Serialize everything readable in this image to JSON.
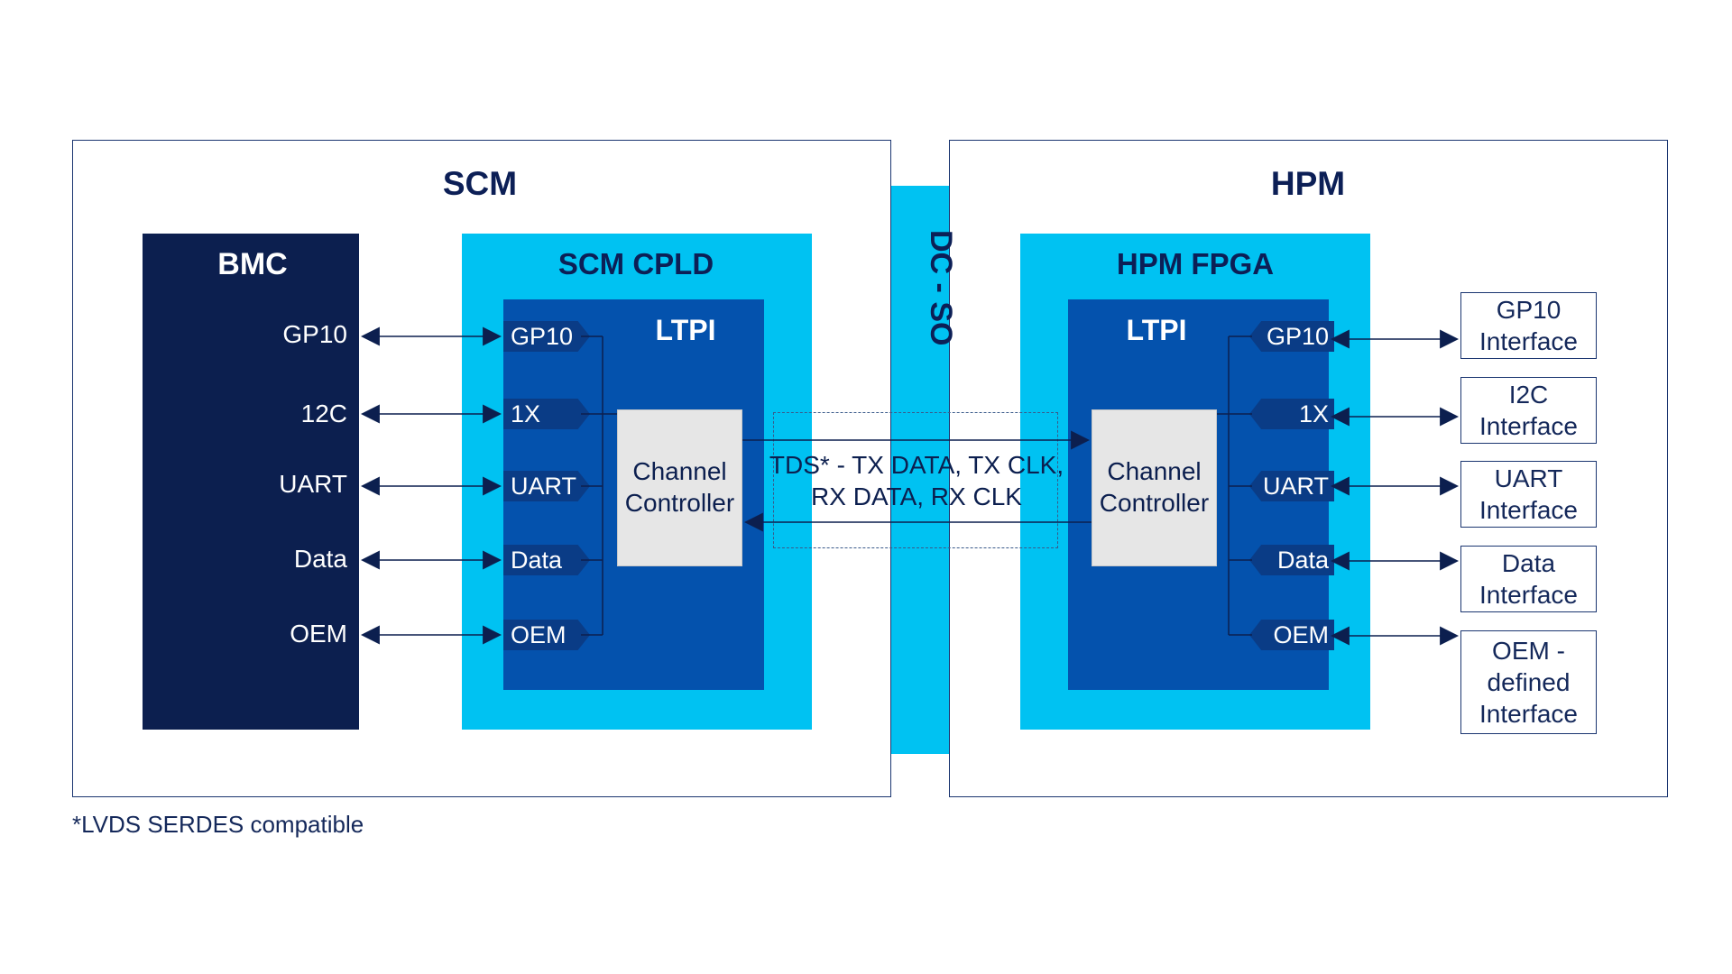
{
  "scm": {
    "title": "SCM"
  },
  "hpm": {
    "title": "HPM"
  },
  "dcso": {
    "label": "DC - SO"
  },
  "bmc": {
    "title": "BMC",
    "signals": [
      "GP10",
      "12C",
      "UART",
      "Data",
      "OEM"
    ]
  },
  "scm_cpld": {
    "title": "SCM CPLD",
    "ltpi_title": "LTPI",
    "pins": [
      "GP10",
      "1X",
      "UART",
      "Data",
      "OEM"
    ],
    "controller": "Channel\nController"
  },
  "hpm_fpga": {
    "title": "HPM FPGA",
    "ltpi_title": "LTPI",
    "pins": [
      "GP10",
      "1X",
      "UART",
      "Data",
      "OEM"
    ],
    "controller": "Channel\nController"
  },
  "link": {
    "label": "TDS* - TX DATA, TX CLK,\nRX DATA, RX CLK"
  },
  "interfaces": [
    "GP10\nInterface",
    "I2C\nInterface",
    "UART\nInterface",
    "Data\nInterface",
    "OEM -\ndefined\nInterface"
  ],
  "footnote": "*LVDS SERDES compatible",
  "colors": {
    "navy": "#0c1f4f",
    "cyan": "#00c2f2",
    "ltpi_blue": "#0452ad",
    "pin_blue": "#0a3c86",
    "controller_gray": "#e6e6e6"
  }
}
